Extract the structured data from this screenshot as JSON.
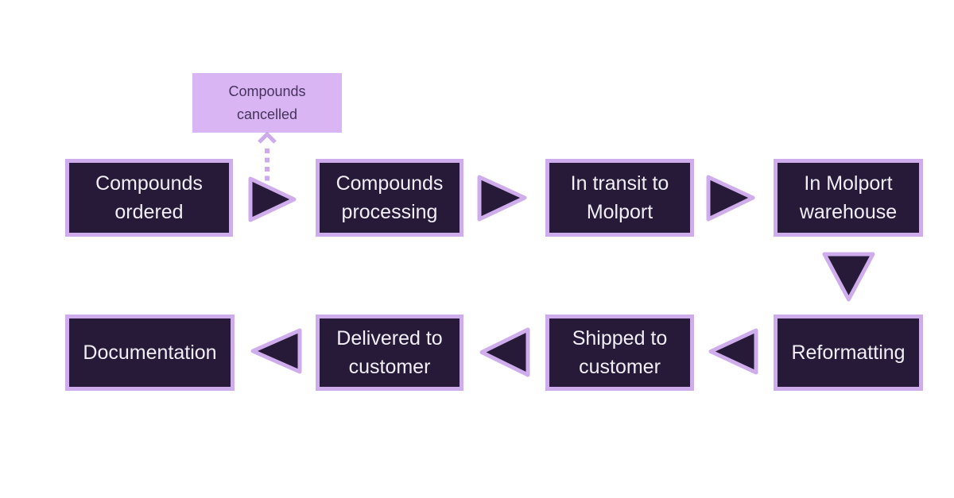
{
  "diagram": {
    "cancel_node": {
      "label": "Compounds cancelled",
      "arrow": "dotted-up"
    },
    "top_row": [
      {
        "label": "Compounds ordered"
      },
      {
        "label": "Compounds processing"
      },
      {
        "label": "In transit to Molport"
      },
      {
        "label": "In Molport warehouse"
      }
    ],
    "bottom_row": [
      {
        "label": "Documentation"
      },
      {
        "label": "Delivered to customer"
      },
      {
        "label": "Shipped to customer"
      },
      {
        "label": "Reformatting"
      }
    ],
    "arrows": {
      "top": [
        "right",
        "right",
        "right"
      ],
      "turn": "down",
      "bottom": [
        "left",
        "left",
        "left"
      ]
    },
    "colors": {
      "background": "#ffffff",
      "node_fill": "#261a38",
      "node_border": "#cfadec",
      "node_text": "#f2eef6",
      "cancel_fill": "#d9b6f3",
      "cancel_text": "#46325c",
      "arrow_fill": "#261a38",
      "arrow_border": "#cfadec",
      "dotted_arrow": "#cdaaec"
    }
  }
}
